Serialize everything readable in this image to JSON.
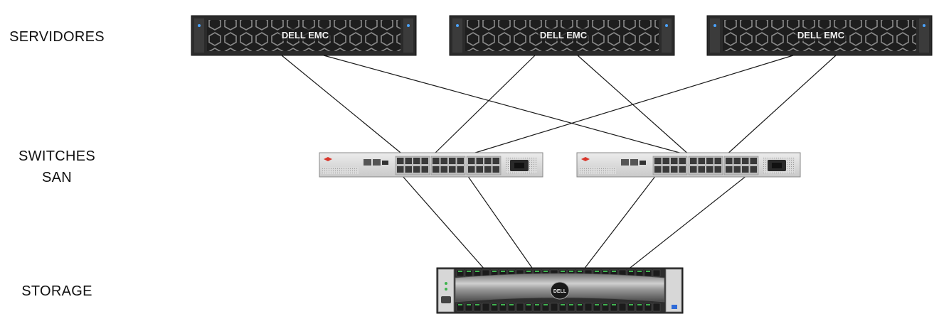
{
  "labels": {
    "servers": "SERVIDORES",
    "switches_line1": "SWITCHES",
    "switches_line2": "SAN",
    "storage": "STORAGE"
  },
  "devices": {
    "server_brand": "DELL EMC",
    "storage_brand": "DELL",
    "server_count": 3,
    "switch_count": 2,
    "storage_count": 1
  },
  "connections": {
    "server_to_switch": [
      {
        "server": 1,
        "switch": 1
      },
      {
        "server": 1,
        "switch": 2
      },
      {
        "server": 2,
        "switch": 1
      },
      {
        "server": 2,
        "switch": 2
      },
      {
        "server": 3,
        "switch": 1
      },
      {
        "server": 3,
        "switch": 2
      }
    ],
    "switch_to_storage": [
      {
        "switch": 1,
        "storage": 1
      },
      {
        "switch": 1,
        "storage": 1
      },
      {
        "switch": 2,
        "storage": 1
      },
      {
        "switch": 2,
        "storage": 1
      }
    ]
  },
  "colors": {
    "line": "#1a1a1a",
    "server_body": "#2b2b2b",
    "switch_body": "#d9d9d9",
    "switch_accent": "#d9362b",
    "storage_bezel": "#3a3a3a",
    "port_led": "#3fb34f",
    "label_text": "#111111"
  },
  "icons": {
    "server": "rack-server-icon",
    "switch": "san-switch-icon",
    "storage": "storage-array-icon"
  }
}
